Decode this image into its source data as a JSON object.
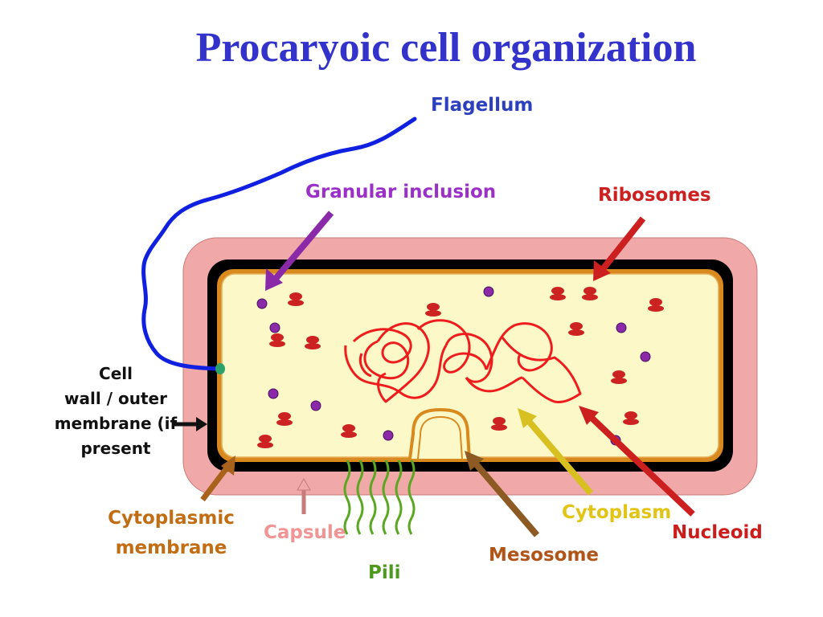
{
  "title": "Procaryoic cell organization",
  "labels": {
    "flagellum": "Flagellum",
    "granular_inclusion": "Granular inclusion",
    "ribosomes": "Ribosomes",
    "cell_wall": [
      "Cell",
      "wall / outer",
      "membrane (if",
      "present"
    ],
    "cytoplasmic_membrane": [
      "Cytoplasmic",
      "membrane"
    ],
    "capsule": "Capsule",
    "pili": "Pili",
    "mesosome": "Mesosome",
    "cytoplasm": "Cytoplasm",
    "nucleoid": "Nucleoid"
  },
  "colors": {
    "title": "#3333cc",
    "capsule": "#f0a8a8",
    "cell_wall": "#000000",
    "cytoplasmic_membrane": "#d98a1e",
    "cytoplasm": "#fdf8c8",
    "flagellum": "#1020e0",
    "ribosome": "#cc2222",
    "granule": "#8a2aa8",
    "nucleoid": "#ee1c1c",
    "pili": "#5aa820",
    "label_flagellum": "#2b3fbf",
    "label_granular": "#9b30c8",
    "label_ribosomes": "#cc2020",
    "label_cell_wall": "#111111",
    "label_cytoplasmic": "#c06d14",
    "label_capsule": "#f09494",
    "label_pili": "#4d9a1e",
    "label_mesosome": "#b05418",
    "label_cytoplasm": "#e2c414",
    "label_nucleoid": "#cc1d1d"
  }
}
